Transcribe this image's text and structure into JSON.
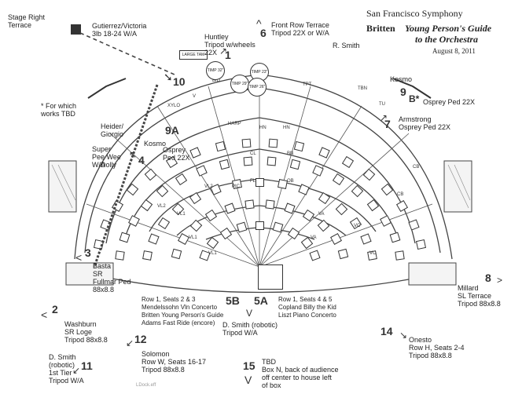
{
  "header": {
    "org": "San Francisco Symphony",
    "work_composer": "Britten",
    "work_title_line1": "Young Person's Guide",
    "work_title_line2": "to the Orchestra",
    "date": "August 8, 2011"
  },
  "stage_labels": {
    "large_tam": "LARGE TAM",
    "tam": "TAM",
    "timp_32": "TIMP 32\"",
    "timp_23": "TIMP 23\"",
    "timp_29": "TIMP 29\"",
    "timp_26": "TIMP 26\"",
    "bd": "B/D",
    "xylo": "XYLO",
    "v": "V",
    "harp": "HARP",
    "hn": "HN",
    "cl": "CL",
    "bn": "BN",
    "fl": "FL",
    "ob": "OB",
    "pic": "PIC",
    "tpt": "TPT",
    "tbn": "TBN",
    "tu": "TU",
    "va": "VA",
    "vc": "VC",
    "cb": "CB",
    "vl1": "VL1",
    "vl2": "VL2",
    "ldock": "LDock.eff"
  },
  "cameras": {
    "c1": {
      "num": "1",
      "text": "Huntley\nTripod w/wheels\n22X"
    },
    "c2": {
      "num": "2",
      "text": "Washburn\nSR Loge\nTripod 88x8.8"
    },
    "c3": {
      "num": "3",
      "text": "Basta\nSR\nFullmar Ped\n88x8.8"
    },
    "c4": {
      "num": "4",
      "text": "Dolly"
    },
    "c5a": {
      "num": "5A",
      "text": "Row 1, Seats 4 & 5\nCopland Billy the Kid\nLiszt Piano Concerto"
    },
    "c5b": {
      "num": "5B",
      "text": "Row 1, Seats 2 & 3\nMendelssohn Vln Concerto\nBritten Young Person's Guide\nAdams Fast Ride (encore)"
    },
    "c5_op": {
      "text": "D. Smith (robotic)\nTripod W/A"
    },
    "c6": {
      "num": "6",
      "text": "Front Row Terrace\nTripod 22X or W/A"
    },
    "c6_op": {
      "text": "R. Smith"
    },
    "c7": {
      "num": "7",
      "text": "Armstrong\nOsprey Ped 22X"
    },
    "c8": {
      "num": "8",
      "text": "Millard\nSL Terrace\nTripod 88x8.8"
    },
    "c9": {
      "num": "9",
      "text": "Kosmo"
    },
    "c9b": {
      "num": "B*",
      "text": "Osprey Ped 22X"
    },
    "c9a": {
      "num": "9A",
      "text": "Kosmo"
    },
    "c9a_op": {
      "text": "Osprey\nPed 22X"
    },
    "c10": {
      "num": "10"
    },
    "c11": {
      "num": "11",
      "text": "D. Smith\n(robotic)\n1st Tier\nTripod W/A"
    },
    "c12": {
      "num": "12",
      "text": "Solomon\nRow W, Seats 16-17\nTripod 88x8.8"
    },
    "c14": {
      "num": "14",
      "text": "Onesto\nRow H, Seats 2-4\nTripod 88x8.8"
    },
    "c15": {
      "num": "15",
      "text": "TBD\nBox N, back of audience\noff center to house left\nof box"
    }
  },
  "notes": {
    "stage_right_terrace": "Stage Right\nTerrace",
    "gutierrez": "Gutierrez/Victoria\n3lb 18-24 W/A",
    "tbd_note": "* For which\nworks TBD",
    "heider": "Heider/\nGiorgio",
    "super_pee_wee": "Super\nPee Wee\nW/A"
  }
}
